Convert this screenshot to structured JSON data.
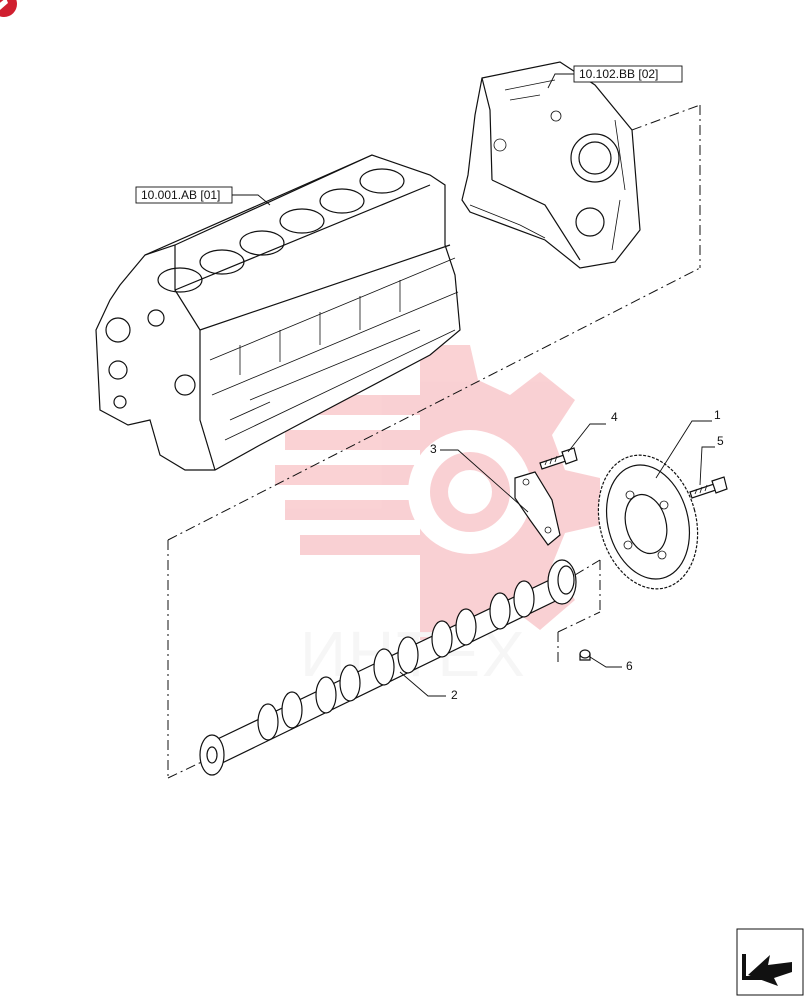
{
  "references": {
    "block_ref": "10.001.AB [01]",
    "cover_ref": "10.102.BB [02]"
  },
  "callouts": {
    "gear": "1",
    "camshaft": "2",
    "thrust_plate": "3",
    "plate_bolt": "4",
    "gear_bolt": "5",
    "dowel_pin": "6"
  },
  "watermark": {
    "text": "ИНТЕХ",
    "color": "#e8303a"
  },
  "navigation": {
    "icon": "arrow-return-icon"
  }
}
